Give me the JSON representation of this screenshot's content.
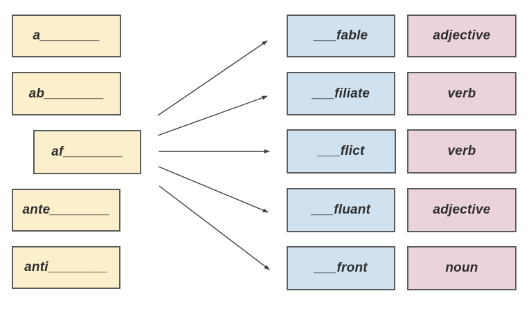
{
  "diagram": {
    "type": "prefix-matching-exercise",
    "colors": {
      "prefix_box_fill": "#fcf0cc",
      "stem_box_fill": "#d0e2f0",
      "pos_box_fill": "#ebd3de",
      "box_border": "#595959",
      "arrow": "#404040",
      "text": "#2d2d2d"
    },
    "prefixes": [
      {
        "label": "a________"
      },
      {
        "label": "ab________"
      },
      {
        "label": "af________"
      },
      {
        "label": "ante________"
      },
      {
        "label": "anti________"
      }
    ],
    "rows": [
      {
        "stem": "___fable",
        "pos": "adjective"
      },
      {
        "stem": "___filiate",
        "pos": "verb"
      },
      {
        "stem": "___flict",
        "pos": "verb"
      },
      {
        "stem": "___fluant",
        "pos": "adjective"
      },
      {
        "stem": "___front",
        "pos": "noun"
      }
    ],
    "connections": {
      "from": "af________",
      "to": [
        "___fable",
        "___filiate",
        "___flict",
        "___fluant",
        "___front"
      ]
    }
  }
}
